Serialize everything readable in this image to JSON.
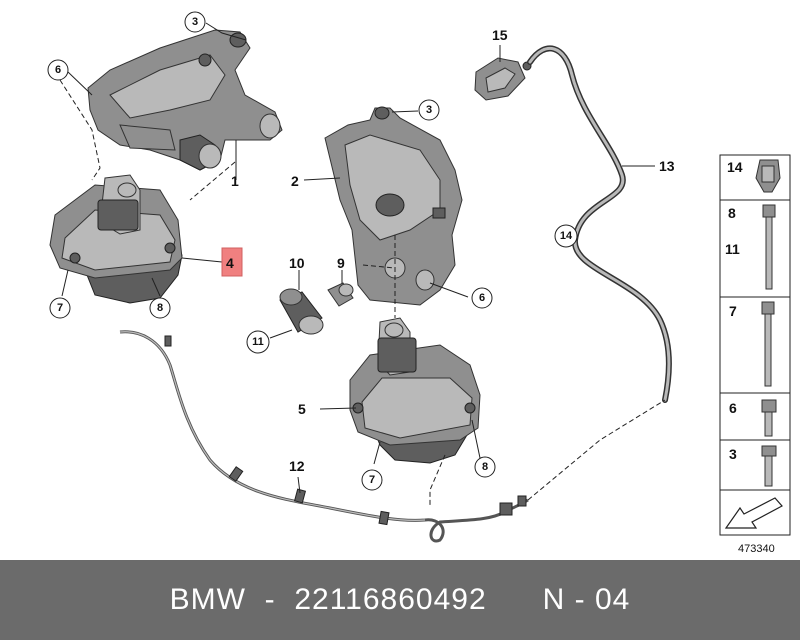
{
  "diagram": {
    "callouts": {
      "c3a": "3",
      "c6a": "6",
      "l1": "1",
      "l2": "2",
      "c3b": "3",
      "hl4": "4",
      "c7a": "7",
      "c8a": "8",
      "l10": "10",
      "l9": "9",
      "c11": "11",
      "c6b": "6",
      "l5": "5",
      "c7b": "7",
      "c8b": "8",
      "l12": "12",
      "l15": "15",
      "l13": "13",
      "c14": "14"
    },
    "highlight_color": "#f08080",
    "side_panel": {
      "rows": [
        "14",
        "8",
        "11",
        "7",
        "6",
        "3"
      ]
    },
    "drawing_number": "473340"
  },
  "footer": {
    "brand": "BMW",
    "sep1": "-",
    "part_number": "22116860492",
    "sep2": "N - 04"
  }
}
